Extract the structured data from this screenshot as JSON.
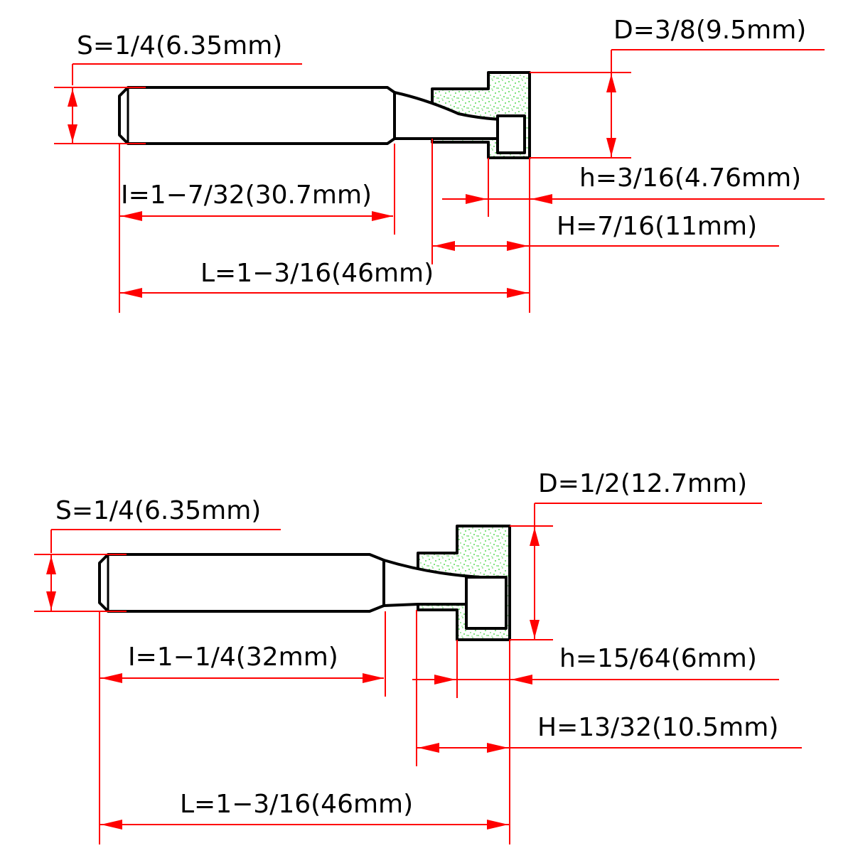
{
  "bit_top": {
    "shank_diameter": "S=1/4(6.35mm)",
    "cutting_diameter": "D=3/8(9.5mm)",
    "cut_height_small": "h=3/16(4.76mm)",
    "cut_height_total": "H=7/16(11mm)",
    "shank_length": "I=1−7/32(30.7mm)",
    "overall_length": "L=1−3/16(46mm)"
  },
  "bit_bottom": {
    "shank_diameter": "S=1/4(6.35mm)",
    "cutting_diameter": "D=1/2(12.7mm)",
    "cut_height_small": "h=15/64(6mm)",
    "cut_height_total": "H=13/32(10.5mm)",
    "shank_length": "I=1−1/4(32mm)",
    "overall_length": "L=1−3/16(46mm)"
  },
  "colors": {
    "dimension_lines": "#ff0000",
    "outline": "#000000",
    "carbide_speckle": "#22cc22"
  }
}
